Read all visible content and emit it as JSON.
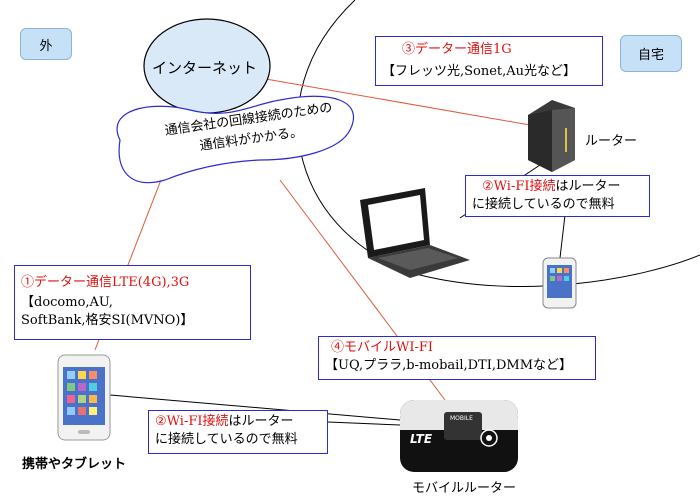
{
  "zones": {
    "outside": "外",
    "home": "自宅"
  },
  "internet": {
    "label": "インターネット",
    "note_line1": "通信会社の回線接続のための",
    "note_line2": "通信料がかかる。"
  },
  "boxes": {
    "fixed_line": {
      "title": "③データー通信1G",
      "detail": "【フレッツ光,Sonet,Au光など】"
    },
    "wifi_home": {
      "title_red": "②Wi-FI接続",
      "title_rest": "はルーター",
      "line2": "に接続しているので無料"
    },
    "mobile_data": {
      "title": "①データー通信LTE(4G),3G",
      "line2": "【docomo,AU,",
      "line3": "SoftBank,格安SI(MVNO)】"
    },
    "mobile_wifi": {
      "title": "④モバイルWI-FI",
      "detail": "【UQ,プララ,b-mobail,DTI,DMMなど】"
    },
    "wifi_outside": {
      "title_red": "②Wi-FI接続",
      "title_rest": "はルーター",
      "line2": "に接続しているので無料"
    }
  },
  "devices": {
    "router_label": "ルーター",
    "phone_label": "携帯やタブレット",
    "mobile_router_label": "モバイルルーター",
    "mobile_router_brand": "LTE",
    "mobile_router_small": "MOBILE"
  },
  "colors": {
    "connector": "#e05a3a",
    "box_border": "#2b2bd0",
    "internet_fill": "#d9e9f8",
    "badge_fill": "#c6e0f7",
    "highlight_red": "#e01010"
  }
}
